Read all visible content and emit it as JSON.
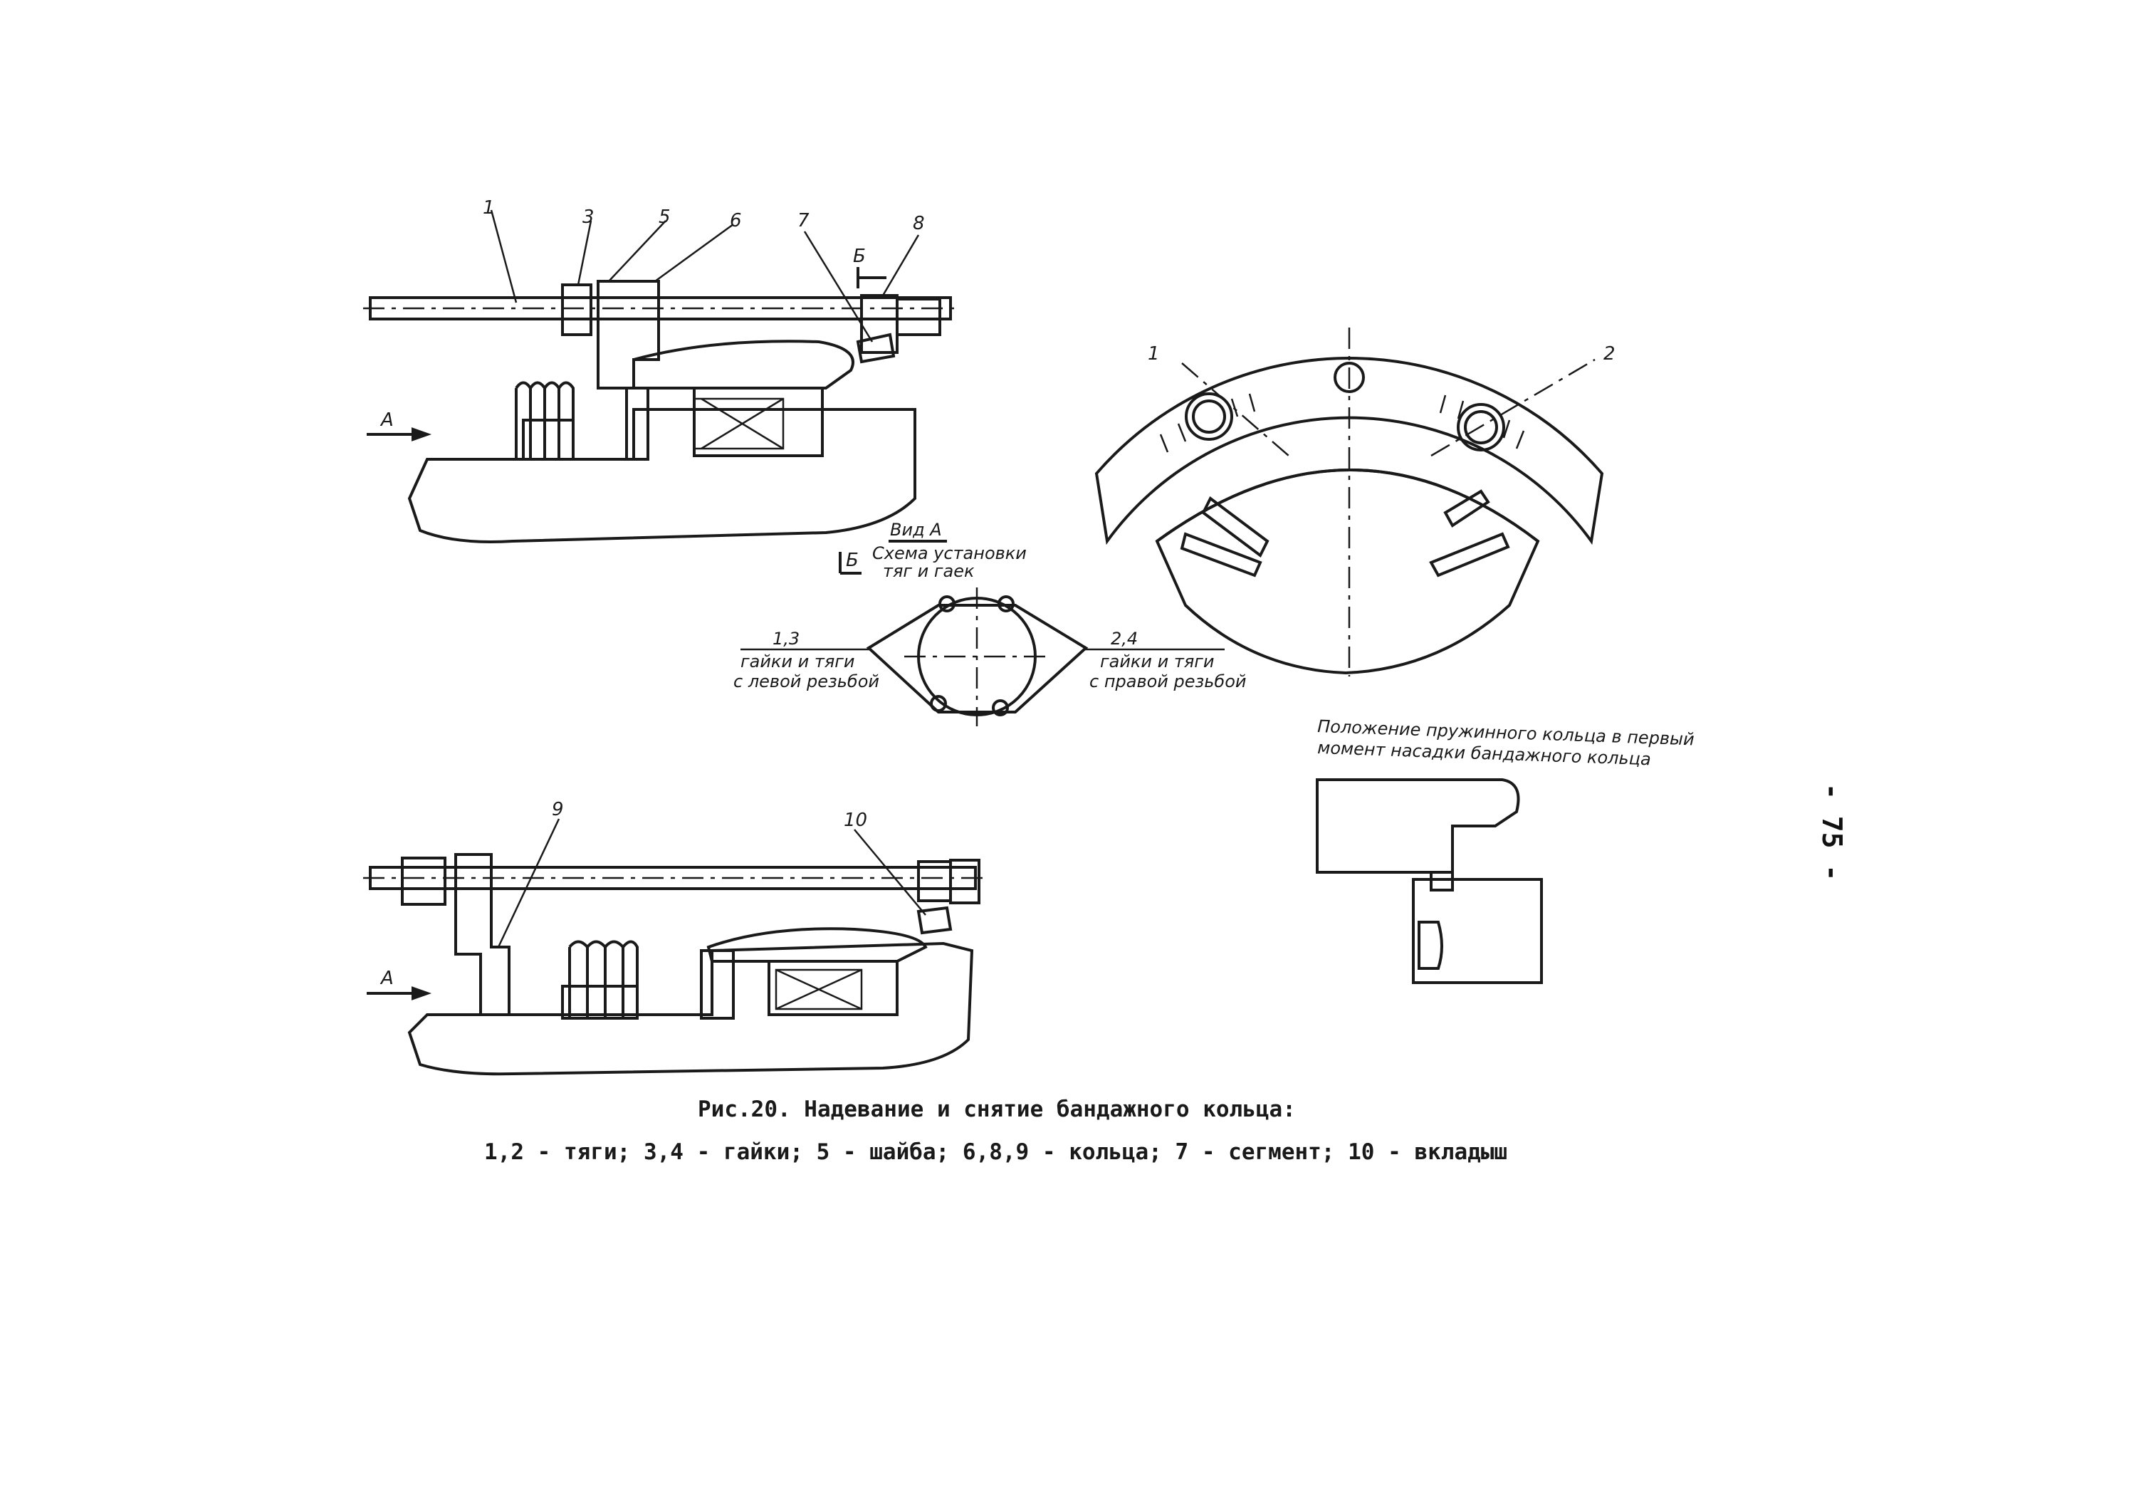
{
  "figure": {
    "caption_title": "Рис.20. Надевание и снятие бандажного кольца:",
    "caption_legend": "1,2 - тяги; 3,4 - гайки; 5 - шайба; 6,8,9 - кольца; 7 - сегмент; 10 - вкладыш",
    "page_number": "- 75 -"
  },
  "top_assembly": {
    "part_labels": [
      "1",
      "3",
      "5",
      "6",
      "7",
      "8"
    ],
    "section_mark_top": "Б",
    "section_mark_bottom": "Б",
    "view_arrow": "А"
  },
  "bottom_assembly": {
    "part_labels": [
      "9",
      "10"
    ],
    "view_arrow": "А"
  },
  "view_a": {
    "title": "Вид А",
    "subtitle_line1": "Схема установки",
    "subtitle_line2": "тяг и гаек",
    "left_label_number": "1,3",
    "left_label_line1": "гайки и тяги",
    "left_label_line2": "с левой резьбой",
    "right_label_number": "2,4",
    "right_label_line1": "гайки и тяги",
    "right_label_line2": "с правой резьбой"
  },
  "sector_view": {
    "part_labels": [
      "1",
      "2"
    ]
  },
  "spring_ring_detail": {
    "caption_line1": "Положение пружинного кольца в первый",
    "caption_line2": "момент насадки бандажного кольца"
  }
}
